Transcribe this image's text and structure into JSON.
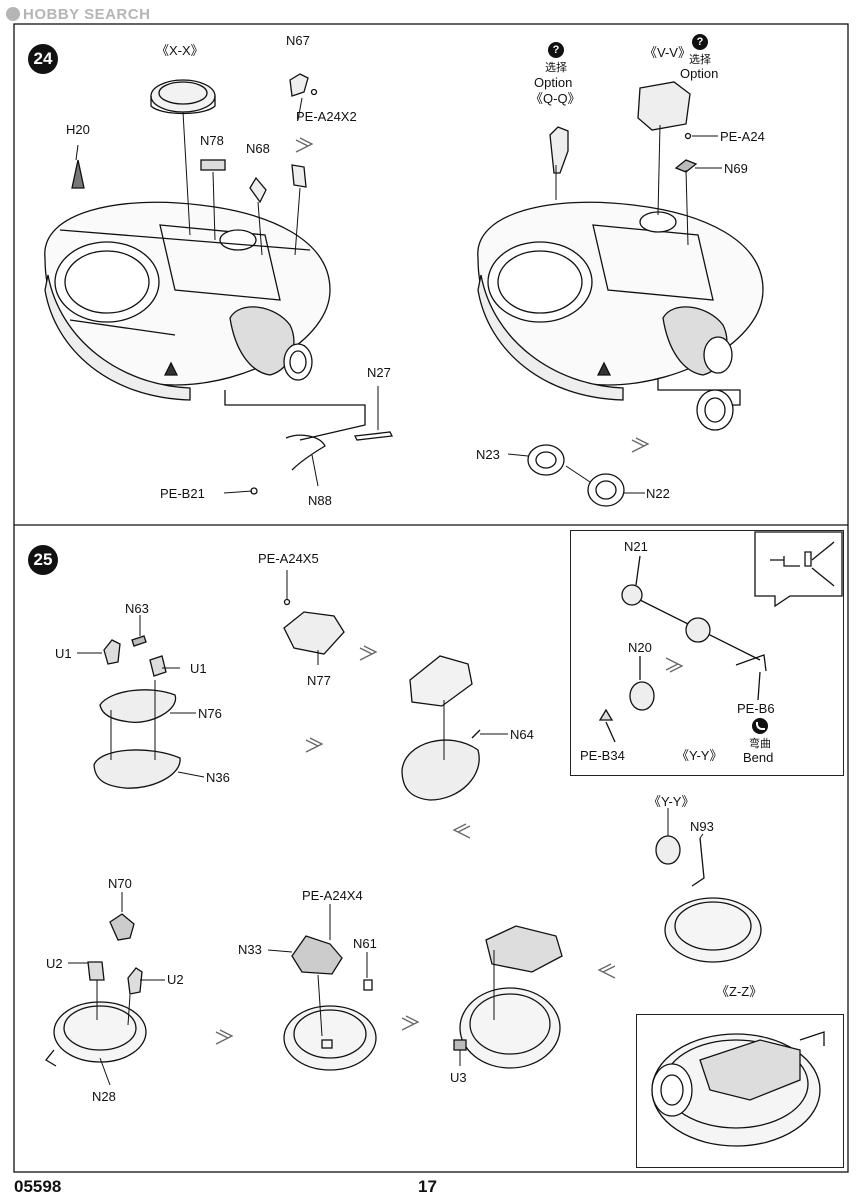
{
  "header": {
    "brand": "HOBBY SEARCH"
  },
  "footer": {
    "code": "05598",
    "page": "17"
  },
  "steps": {
    "s24": "24",
    "s25": "25"
  },
  "icons": {
    "question": "?",
    "option_zh": "选择",
    "option_en": "Option",
    "bend_zh": "弯曲",
    "bend_en": "Bend"
  },
  "views": {
    "xx": "《X-X》",
    "qq": "《Q-Q》",
    "vv": "《V-V》",
    "yy1": "《Y-Y》",
    "yy2": "《Y-Y》",
    "zz": "《Z-Z》"
  },
  "parts": {
    "H20": "H20",
    "N67": "N67",
    "PEA24X2": "PE-A24X2",
    "N78": "N78",
    "N68": "N68",
    "N27": "N27",
    "PEB21": "PE-B21",
    "N88": "N88",
    "PEA24": "PE-A24",
    "N69": "N69",
    "N23": "N23",
    "N22": "N22",
    "PEA24X5": "PE-A24X5",
    "N63": "N63",
    "U1a": "U1",
    "U1b": "U1",
    "N76": "N76",
    "N36": "N36",
    "N77": "N77",
    "N64": "N64",
    "N21": "N21",
    "N20": "N20",
    "PEB6": "PE-B6",
    "PEB34": "PE-B34",
    "N93": "N93",
    "N70": "N70",
    "U2a": "U2",
    "U2b": "U2",
    "N28": "N28",
    "PEA24X4": "PE-A24X4",
    "N33": "N33",
    "N61": "N61",
    "U3": "U3"
  }
}
